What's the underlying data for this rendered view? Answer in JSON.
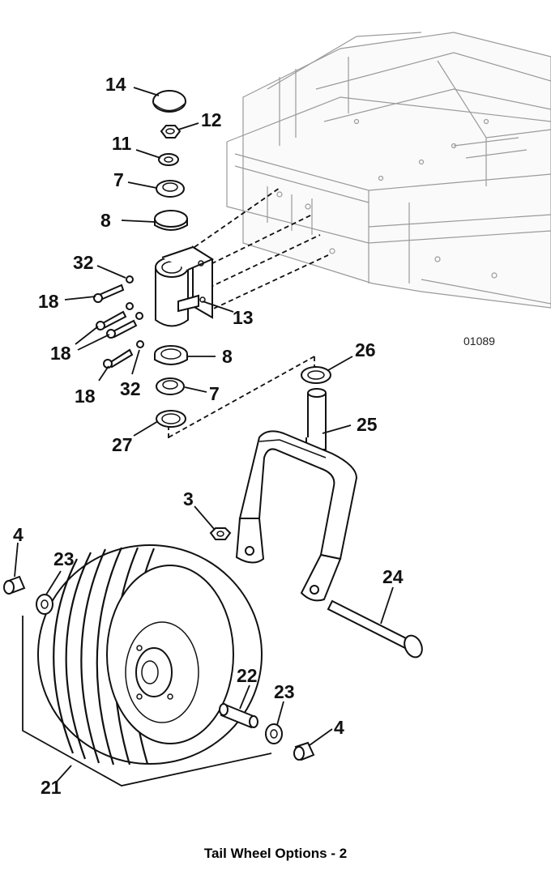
{
  "caption": "Tail Wheel Options - 2",
  "drawing_number": "01089",
  "callouts": {
    "c14": "14",
    "c12": "12",
    "c11": "11",
    "c7a": "7",
    "c8a": "8",
    "c32a": "32",
    "c18a": "18",
    "c13": "13",
    "c18b": "18",
    "c8b": "8",
    "c18c": "18",
    "c32b": "32",
    "c7b": "7",
    "c27": "27",
    "c26": "26",
    "c25": "25",
    "c3": "3",
    "c4a": "4",
    "c23a": "23",
    "c24": "24",
    "c22": "22",
    "c23b": "23",
    "c4b": "4",
    "c21": "21"
  }
}
